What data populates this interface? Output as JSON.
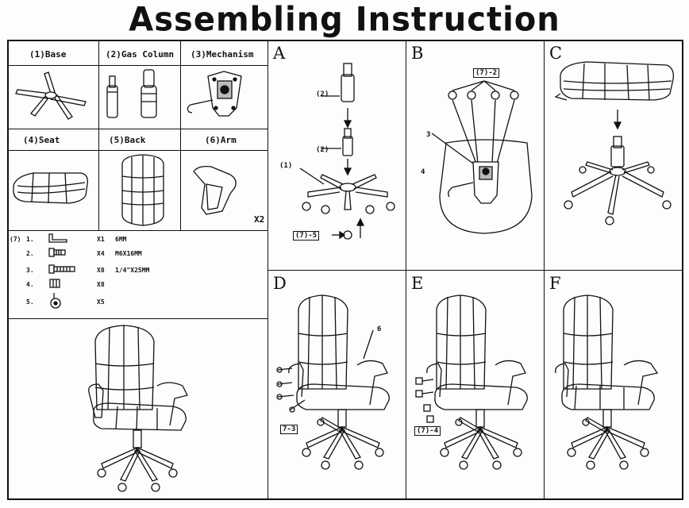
{
  "title": "Assembling Instruction",
  "parts": {
    "base": "(1)Base",
    "gas_column": "(2)Gas Column",
    "mechanism": "(3)Mechanism",
    "seat": "(4)Seat",
    "back": "(5)Back",
    "arm": "(6)Arm",
    "arm_qty": "X2"
  },
  "hardware": {
    "group_label": "(7)",
    "rows": [
      {
        "num": "1.",
        "icon": "allen-key-icon",
        "qty": "X1",
        "spec": "6MM"
      },
      {
        "num": "2.",
        "icon": "short-bolt-icon",
        "qty": "X4",
        "spec": "M6X16MM"
      },
      {
        "num": "3.",
        "icon": "long-bolt-icon",
        "qty": "X8",
        "spec": "1/4\"X25MM"
      },
      {
        "num": "4.",
        "icon": "cap-icon",
        "qty": "X8",
        "spec": ""
      },
      {
        "num": "5.",
        "icon": "caster-icon",
        "qty": "X5",
        "spec": ""
      }
    ]
  },
  "steps": {
    "a": {
      "letter": "A",
      "callout_top": "(2)",
      "callout_mid": "(2)",
      "callout_base": "(1)",
      "callout_caster": "(7)-5"
    },
    "b": {
      "letter": "B",
      "callout_bolts": "(7)-2",
      "callout_mech": "3",
      "callout_seat": "4"
    },
    "c": {
      "letter": "C"
    },
    "d": {
      "letter": "D",
      "callout_arm": "6",
      "callout_bolts": "7-3"
    },
    "e": {
      "letter": "E",
      "callout_caps": "(7)-4"
    },
    "f": {
      "letter": "F"
    }
  }
}
